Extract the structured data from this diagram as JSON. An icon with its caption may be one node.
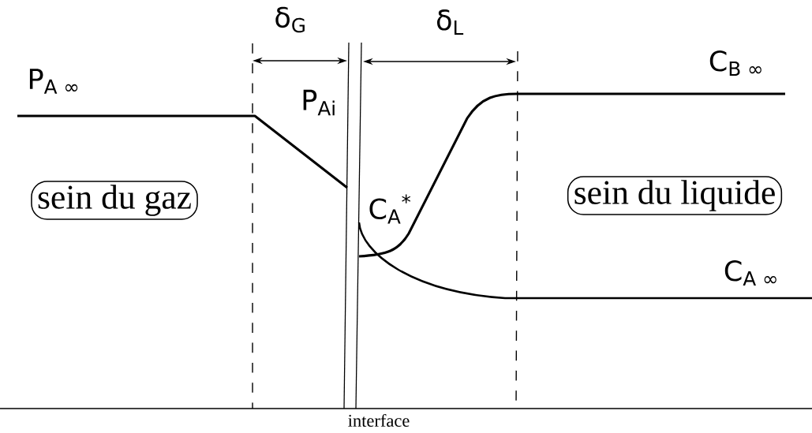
{
  "diagram": {
    "nodes": [
      {
        "text": [
          "sein du gaz"
        ]
      },
      {
        "text": [
          "sein du liquide"
        ]
      }
    ],
    "edges": [],
    "labels": [
      "δ$_{G}$",
      "δ$_{L}$",
      "P$_{A ∞}$",
      "P$_{Ai}$",
      "C$_{B ∞}$",
      "C$_{A}$$^{*}$",
      "C$_{A ∞}$",
      "interface"
    ]
  }
}
